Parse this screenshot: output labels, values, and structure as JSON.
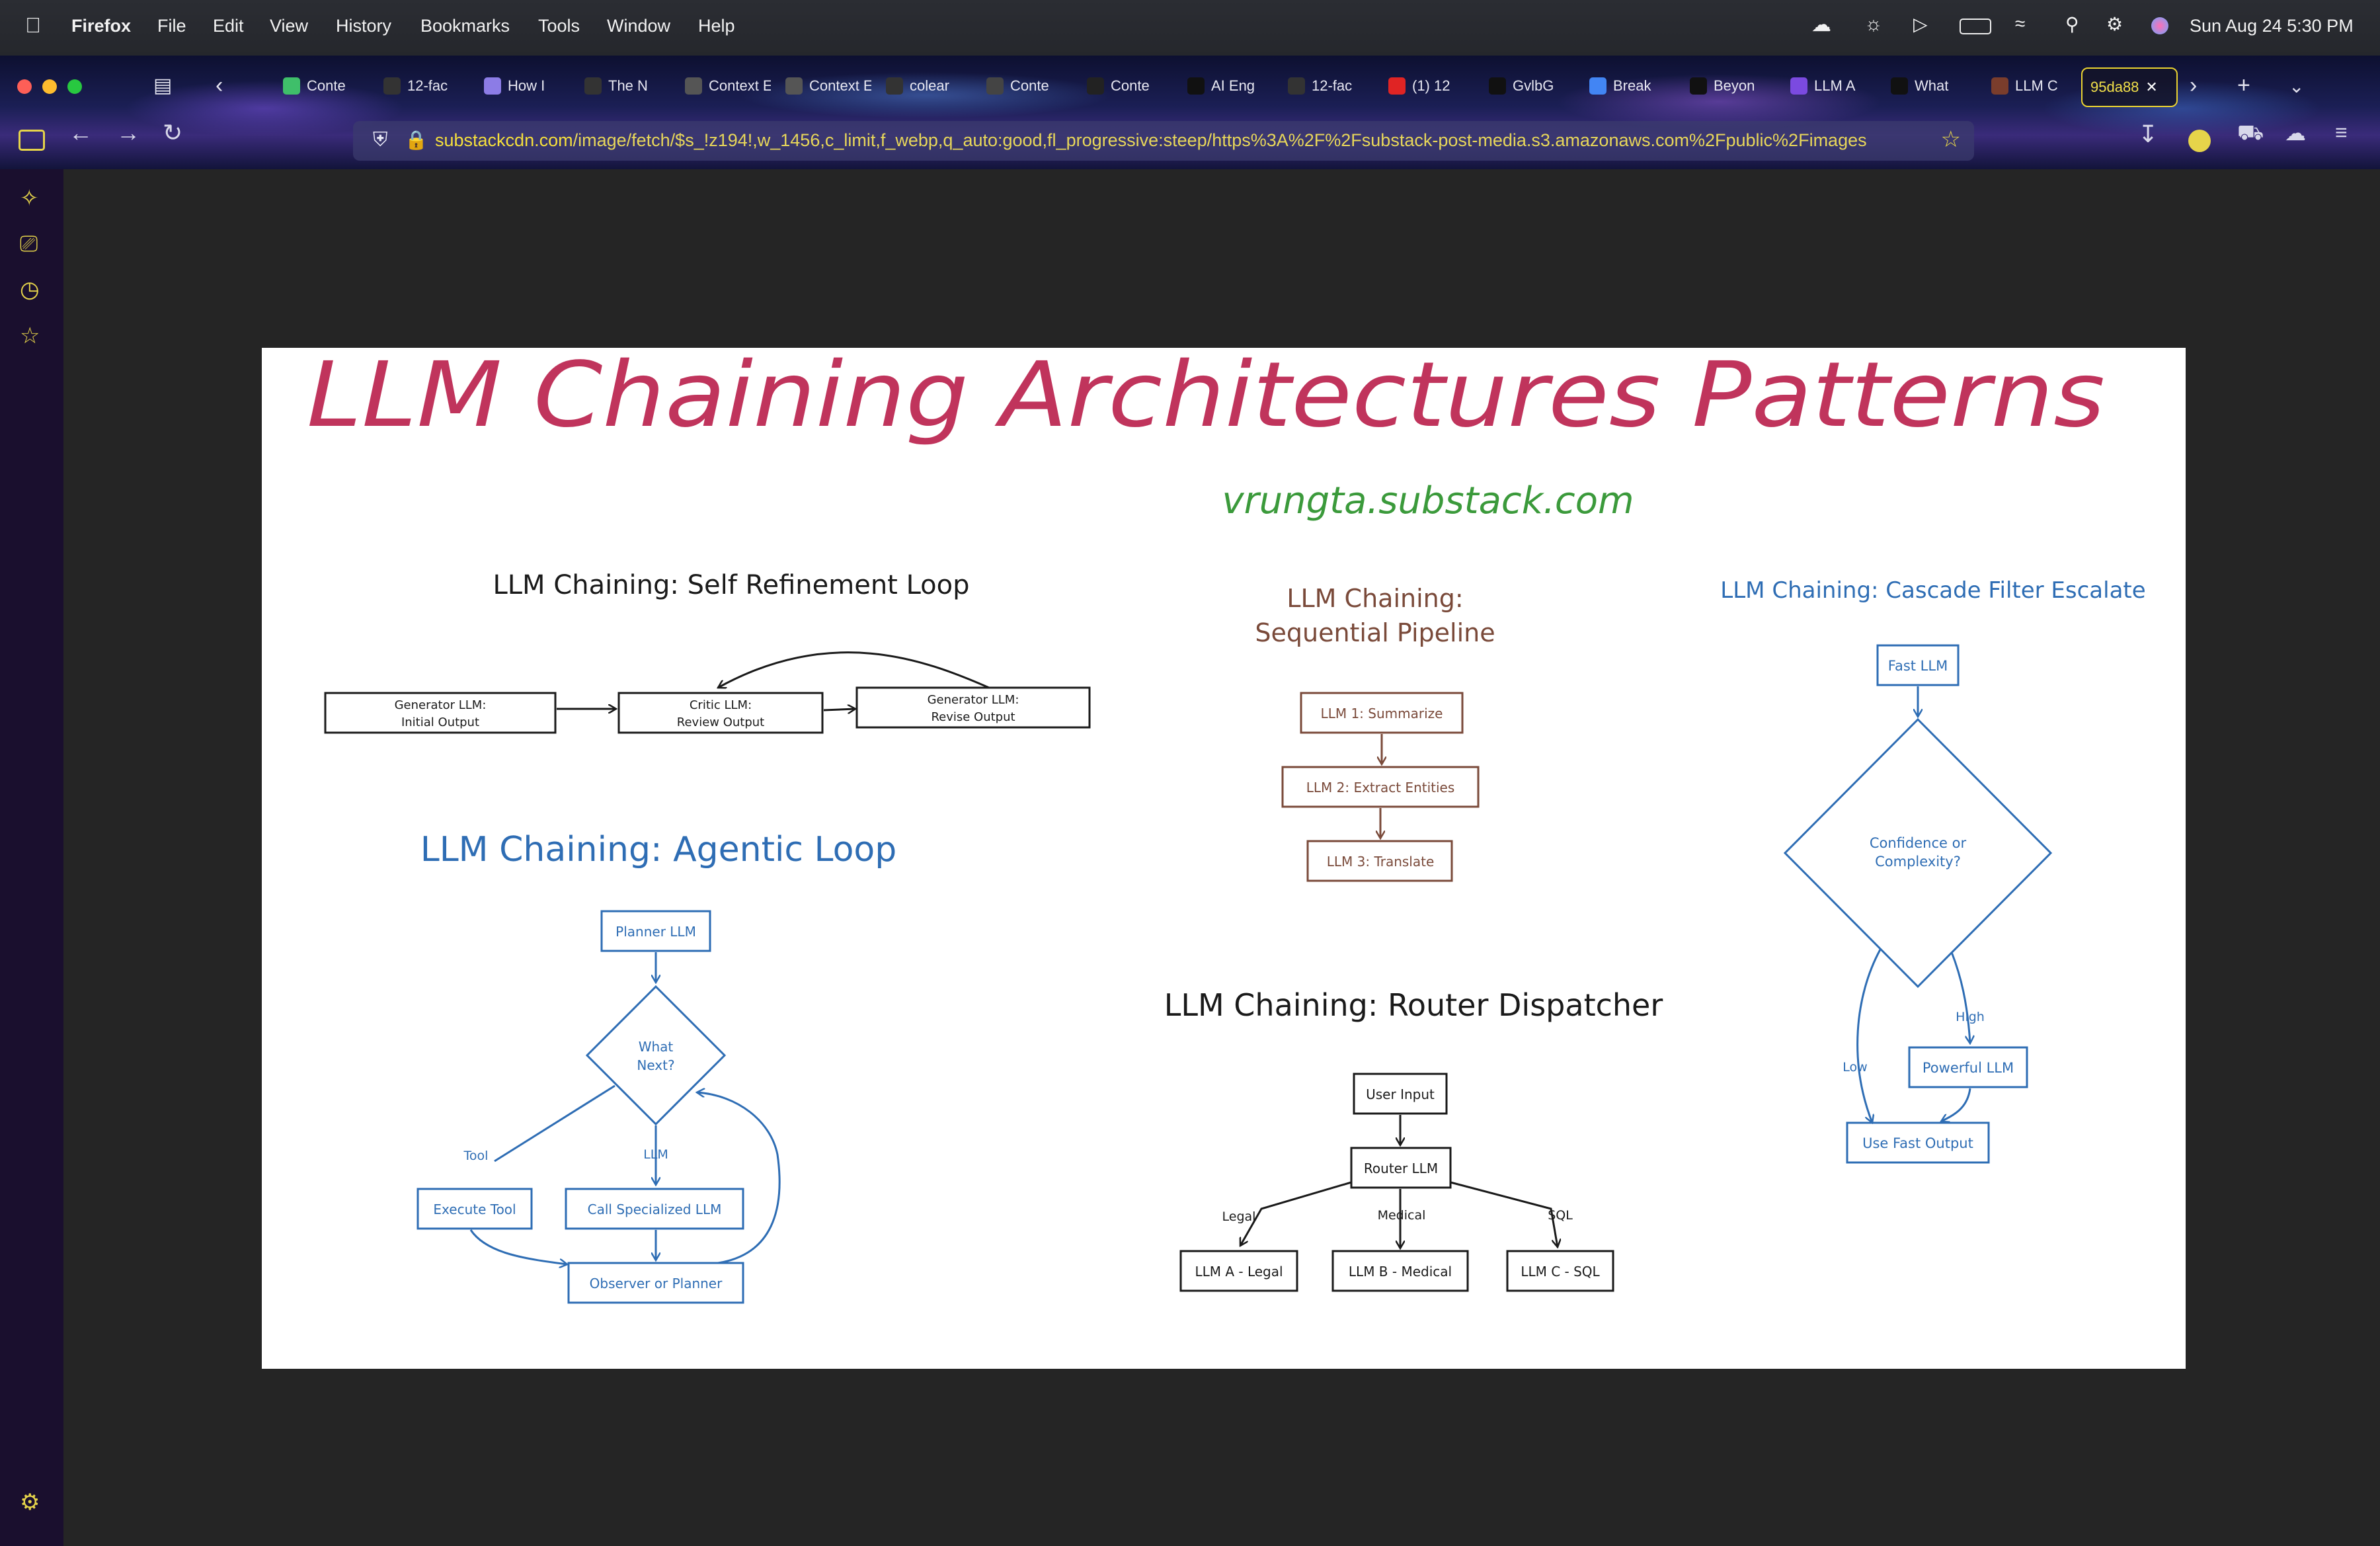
{
  "menubar": {
    "app": "Firefox",
    "menus": [
      "File",
      "Edit",
      "View",
      "History",
      "Bookmarks",
      "Tools",
      "Window",
      "Help"
    ],
    "clock": "Sun Aug 24  5:30 PM"
  },
  "tabs": [
    {
      "label": "Conte",
      "icon": "pycharm-icon",
      "color": "#3fbf6a"
    },
    {
      "label": "12-fac",
      "icon": "github-icon",
      "color": "#333333"
    },
    {
      "label": "How I",
      "icon": "stack-icon",
      "color": "#8c7ce6"
    },
    {
      "label": "The N",
      "icon": "p-icon",
      "color": "#333333"
    },
    {
      "label": "Context Er",
      "icon": "blank-icon",
      "color": "#555555"
    },
    {
      "label": "Context Er",
      "icon": "blank-icon",
      "color": "#555555"
    },
    {
      "label": "colear",
      "icon": "github-icon",
      "color": "#333333"
    },
    {
      "label": "Conte",
      "icon": "box-icon",
      "color": "#444444"
    },
    {
      "label": "Conte",
      "icon": "cursor-icon",
      "color": "#222222"
    },
    {
      "label": "AI Eng",
      "icon": "x-icon",
      "color": "#111111"
    },
    {
      "label": "12-fac",
      "icon": "github-icon",
      "color": "#333333"
    },
    {
      "label": "(1) 12",
      "icon": "youtube-icon",
      "color": "#e02424"
    },
    {
      "label": "GvlbG",
      "icon": "x-icon",
      "color": "#111111"
    },
    {
      "label": "Break",
      "icon": "google-icon",
      "color": "#4285f4"
    },
    {
      "label": "Beyon",
      "icon": "medium-icon",
      "color": "#111111"
    },
    {
      "label": "LLM A",
      "icon": "x-purple-icon",
      "color": "#7b4ae0"
    },
    {
      "label": "What",
      "icon": "medium-icon",
      "color": "#111111"
    },
    {
      "label": "LLM C",
      "icon": "doc-icon",
      "color": "#7a3d2c"
    }
  ],
  "active_tab": {
    "label": "95da88",
    "close": "✕"
  },
  "url": {
    "host": "substackcdn.com",
    "path": "/image/fetch/$s_!z194!,w_1456,c_limit,f_webp,q_auto:good,fl_progressive:steep/https%3A%2F%2Fsubstack-post-media.s3.amazonaws.com%2Fpublic%2Fimages"
  },
  "figure": {
    "title": "LLM Chaining Architectures Patterns",
    "subtitle": "vrungta.substack.com",
    "self_refinement": {
      "heading": "LLM Chaining: Self Refinement Loop",
      "boxes": [
        [
          "Generator LLM:",
          "Initial Output"
        ],
        [
          "Critic LLM:",
          "Review Output"
        ],
        [
          "Generator LLM:",
          "Revise Output"
        ]
      ]
    },
    "sequential": {
      "heading_line1": "LLM Chaining:",
      "heading_line2": "Sequential Pipeline",
      "boxes": [
        "LLM 1: Summarize",
        "LLM 2: Extract Entities",
        "LLM 3: Translate"
      ]
    },
    "cascade": {
      "heading": "LLM Chaining: Cascade Filter Escalate",
      "fast": "Fast LLM",
      "decision_line1": "Confidence or",
      "decision_line2": "Complexity?",
      "high": "High",
      "low": "Low",
      "powerful": "Powerful LLM",
      "use_fast": "Use Fast Output"
    },
    "agentic": {
      "heading": "LLM Chaining: Agentic Loop",
      "planner": "Planner LLM",
      "decision_line1": "What",
      "decision_line2": "Next?",
      "tool_label": "Tool",
      "llm_label": "LLM",
      "execute": "Execute Tool",
      "call": "Call Specialized LLM",
      "observer": "Observer or Planner"
    },
    "router": {
      "heading": "LLM Chaining: Router Dispatcher",
      "input": "User Input",
      "router": "Router LLM",
      "labels": [
        "Legal",
        "Medical",
        "SQL"
      ],
      "targets": [
        "LLM A - Legal",
        "LLM B - Medical",
        "LLM C - SQL"
      ]
    }
  },
  "colors": {
    "title": "#c0345c",
    "subtitle": "#3b9a3b",
    "blue": "#2e6db4",
    "brown": "#7a4a3a",
    "black": "#1a1a1a"
  }
}
